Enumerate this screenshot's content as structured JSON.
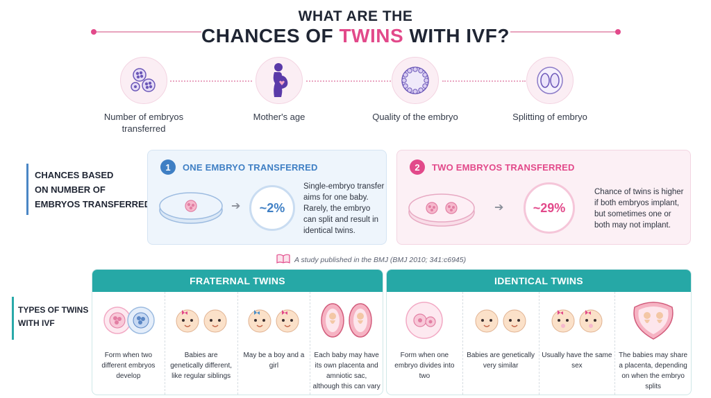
{
  "title": {
    "line1": "WHAT ARE THE",
    "line2_pre": "CHANCES OF ",
    "line2_accent": "TWINS",
    "line2_post": " WITH IVF?"
  },
  "factors": [
    {
      "label": "Number of embryos transferred",
      "icon": "embryos-icon"
    },
    {
      "label": "Mother's age",
      "icon": "pregnant-woman-icon"
    },
    {
      "label": "Quality of the embryo",
      "icon": "blastocyst-icon"
    },
    {
      "label": "Splitting of embryo",
      "icon": "splitting-embryo-icon"
    }
  ],
  "chances": {
    "side_label": [
      "CHANCES BASED",
      "ON NUMBER OF",
      "EMBRYOS TRANSFERRED"
    ],
    "one": {
      "number": "1",
      "title": "ONE EMBRYO TRANSFERRED",
      "percent": "~2%",
      "description": "Single-embryo transfer aims for one baby. Rarely, the embryo can split and result in identical twins."
    },
    "two": {
      "number": "2",
      "title": "TWO EMBRYOS TRANSFERRED",
      "percent": "~29%",
      "description": "Chance of twins is higher if both embryos implant, but sometimes one or both may not implant."
    },
    "source": "A study published in the BMJ (BMJ 2010; 341:c6945)"
  },
  "twin_types": {
    "side_label": [
      "TYPES OF TWINS",
      "WITH IVF"
    ],
    "fraternal": {
      "title": "FRATERNAL TWINS",
      "items": [
        "Form when two different embryos develop",
        "Babies are genetically different, like regular siblings",
        "May be a boy and a girl",
        "Each baby may have its own placenta and amniotic sac, although this can vary"
      ]
    },
    "identical": {
      "title": "IDENTICAL TWINS",
      "items": [
        "Form when one embryo divides into two",
        "Babies are genetically very similar",
        "Usually have the same sex",
        "The babies may share a placenta, depending on when the embryo splits"
      ]
    }
  },
  "colors": {
    "pink": "#e2498a",
    "blue": "#3f7fc4",
    "teal": "#26a8a6"
  }
}
